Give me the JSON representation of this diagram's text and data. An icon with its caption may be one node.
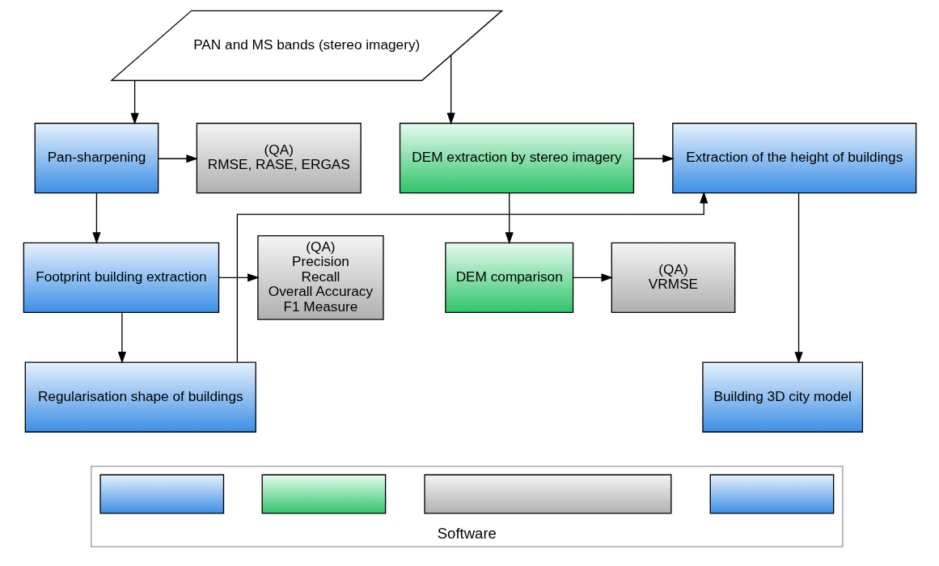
{
  "diagram": {
    "nodes": [
      {
        "text": [
          "PAN and MS bands (stereo imagery)"
        ]
      },
      {
        "text": [
          "Pan-sharpening"
        ]
      },
      {
        "text": [
          "(QA)",
          "RMSE, RASE, ERGAS"
        ]
      },
      {
        "text": [
          "DEM extraction by stereo imagery"
        ]
      },
      {
        "text": [
          "Extraction of the height of buildings"
        ]
      },
      {
        "text": [
          "Footprint building extraction"
        ]
      },
      {
        "text": [
          "(QA)",
          "Precision",
          "Recall",
          "Overall Accuracy",
          "F1 Measure"
        ]
      },
      {
        "text": [
          "(QA)",
          "VRMSE"
        ]
      },
      {
        "text": [
          "DEM comparison"
        ]
      },
      {
        "text": [
          "Regularisation shape of buildings"
        ]
      },
      {
        "text": [
          "Building 3D city model"
        ]
      },
      {
        "text": [
          "Software"
        ]
      },
      {
        "text": [],
        "shape": "box",
        "in": 11
      },
      {
        "text": [],
        "shape": "box",
        "in": 11
      },
      {
        "text": [],
        "shape": "box",
        "in": 11
      },
      {
        "text": [],
        "shape": "box",
        "in": 11
      }
    ],
    "edges": [
      {
        "from": 0,
        "to": 1,
        "arrow": "to"
      },
      {
        "from": 0,
        "to": 3,
        "arrow": "to"
      },
      {
        "from": 1,
        "to": 2,
        "arrow": "to"
      },
      {
        "from": 1,
        "to": 5,
        "arrow": "to"
      },
      {
        "from": 5,
        "to": 6,
        "arrow": "to"
      },
      {
        "from": 5,
        "to": 9,
        "arrow": "to"
      },
      {
        "from": 3,
        "to": 8,
        "arrow": "to"
      },
      {
        "from": 8,
        "to": 7,
        "arrow": "to"
      },
      {
        "from": 3,
        "to": 4,
        "arrow": "to"
      },
      {
        "from": 9,
        "to": 4,
        "arrow": "to"
      },
      {
        "from": 4,
        "to": 10,
        "arrow": "to"
      }
    ]
  }
}
